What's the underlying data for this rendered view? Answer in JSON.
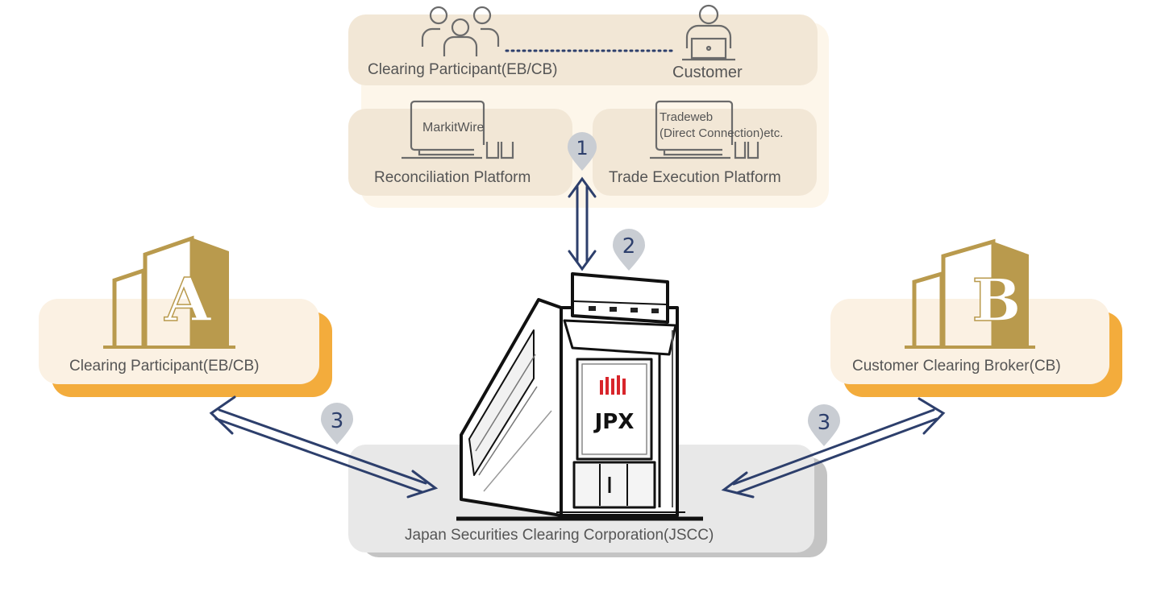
{
  "top_panel": {
    "clearing_participant": "Clearing Participant(EB/CB)",
    "customer": "Customer",
    "reconciliation_platform": {
      "title": "Reconciliation Platform",
      "screen_text": "MarkitWire"
    },
    "trade_execution_platform": {
      "title": "Trade Execution Platform",
      "screen_text_line1": "Tradeweb",
      "screen_text_line2": "(Direct Connection)etc."
    }
  },
  "left_card": {
    "label": "Clearing Participant(EB/CB)",
    "building_letter": "A"
  },
  "right_card": {
    "label": "Customer Clearing Broker(CB)",
    "building_letter": "B"
  },
  "center_card": {
    "label": "Japan Securities Clearing Corporation(JSCC)"
  },
  "jscc_building": {
    "sign_text": "JPX"
  },
  "markers": {
    "m1": "1",
    "m2": "2",
    "m3_left": "3",
    "m3_right": "3"
  },
  "colors": {
    "panel_outer": "#fdf6ea",
    "panel_inner": "#f2e7d6",
    "card_bg": "#fbf1e3",
    "card_shadow": "#f3ac3c",
    "jscc_bg": "#e8e8e8",
    "jscc_shadow": "#c4c4c4",
    "gold": "#b99a4d",
    "arrow": "#2d3f6c",
    "marker": "#c9cdd3",
    "marker_text": "#2d3f6c",
    "jpx_red": "#d8252b"
  }
}
